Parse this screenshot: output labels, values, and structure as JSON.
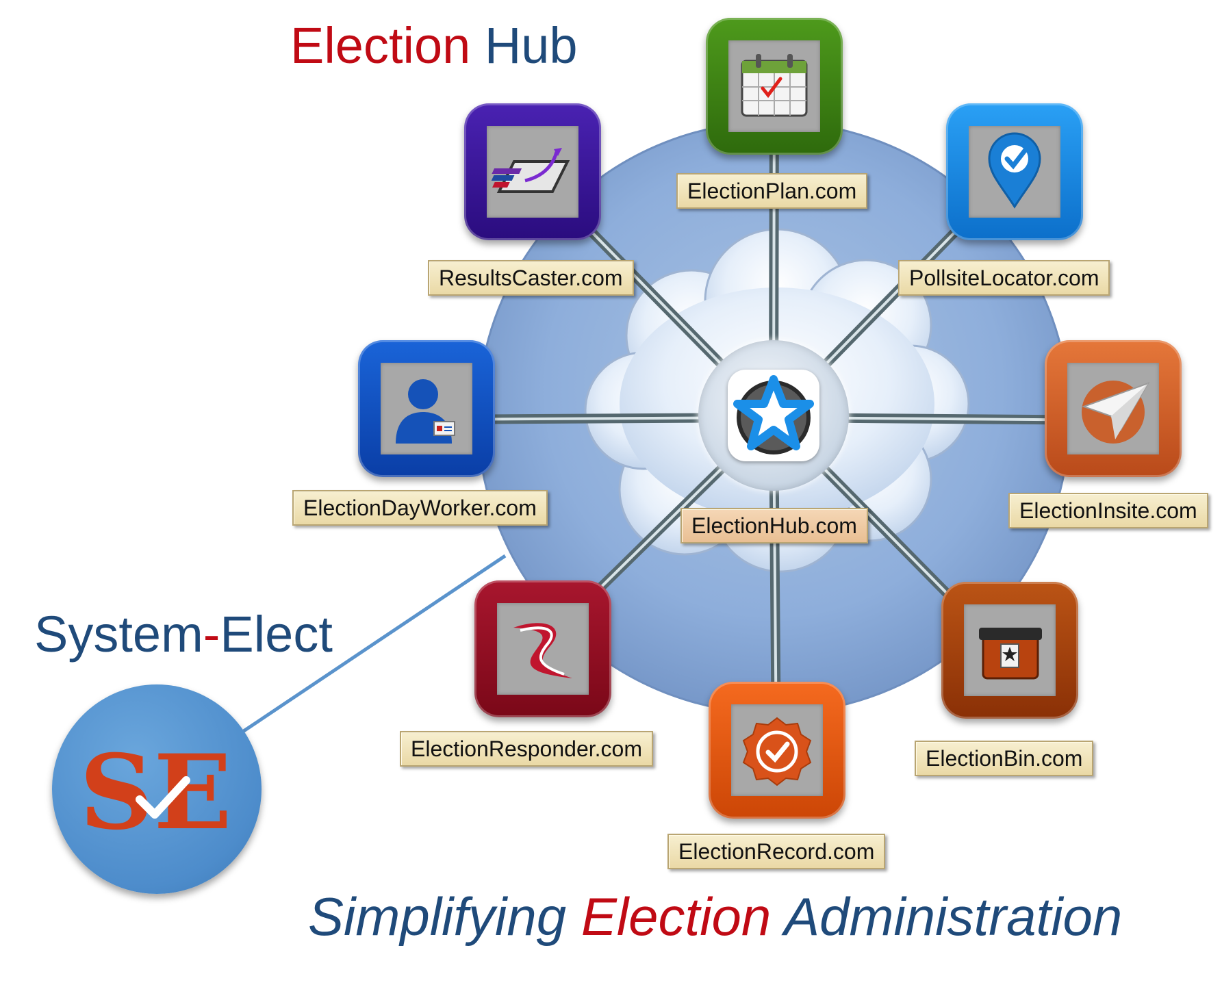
{
  "title": {
    "part1": "Election",
    "part2": "Hub"
  },
  "brand": {
    "part1": "System",
    "separator": "-",
    "part2": "Elect"
  },
  "tagline": {
    "part1": "Simplifying",
    "part2": "Election",
    "part3": "Administration"
  },
  "hub": {
    "label": "ElectionHub.com",
    "icon": "star-icon"
  },
  "apps": [
    {
      "id": "plan",
      "label": "ElectionPlan.com",
      "icon": "calendar-icon",
      "color": "#3a7a12"
    },
    {
      "id": "pollsite",
      "label": "PollsiteLocator.com",
      "icon": "map-pin-icon",
      "color": "#1a8ae0"
    },
    {
      "id": "insite",
      "label": "ElectionInsite.com",
      "icon": "paper-plane-icon",
      "color": "#d2622a"
    },
    {
      "id": "bin",
      "label": "ElectionBin.com",
      "icon": "ballot-bin-icon",
      "color": "#a3420f"
    },
    {
      "id": "record",
      "label": "ElectionRecord.com",
      "icon": "badge-check-icon",
      "color": "#e45810"
    },
    {
      "id": "responder",
      "label": "ElectionResponder.com",
      "icon": "swoosh-icon",
      "color": "#8f0f23"
    },
    {
      "id": "dayworker",
      "label": "ElectionDayWorker.com",
      "icon": "worker-icon",
      "color": "#0e4fc0"
    },
    {
      "id": "results",
      "label": "ResultsCaster.com",
      "icon": "chart-icon",
      "color": "#3a1a9a"
    }
  ],
  "logo": {
    "icon": "se-logo-icon",
    "text": "SE"
  }
}
